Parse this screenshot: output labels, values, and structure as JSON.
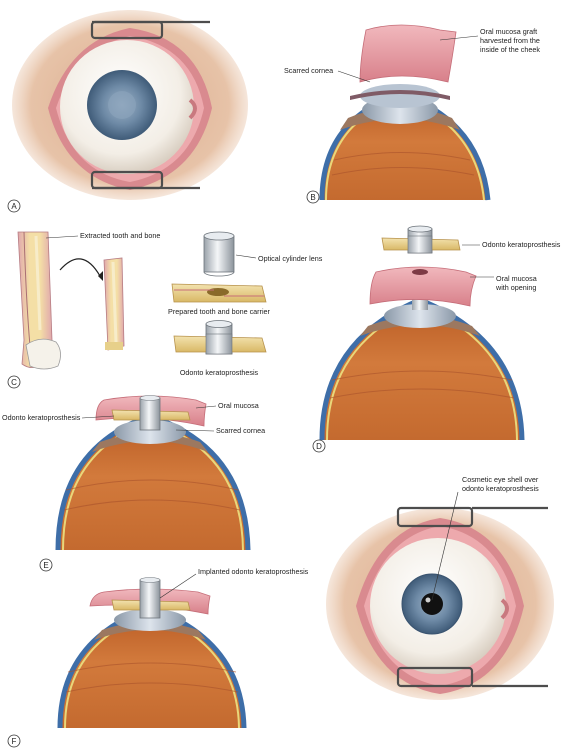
{
  "panels": {
    "a": {
      "letter": "A"
    },
    "b": {
      "letter": "B",
      "labels": {
        "oral_mucosa_graft": [
          "Oral mucosa graft",
          "harvested from the",
          "inside of the cheek"
        ],
        "scarred_cornea": "Scarred cornea"
      }
    },
    "c": {
      "letter": "C",
      "labels": {
        "extracted_tooth": "Extracted tooth and bone",
        "optical_cylinder": "Optical cylinder lens",
        "prepared_carrier": "Prepared tooth and bone carrier",
        "odonto_kp": "Odonto keratoprosthesis"
      }
    },
    "d": {
      "letter": "D",
      "labels": {
        "odonto_kp": "Odonto keratoprosthesis",
        "oral_mucosa_opening": [
          "Oral mucosa",
          "with opening"
        ]
      }
    },
    "e": {
      "letter": "E",
      "labels": {
        "odonto_kp": "Odonto keratoprosthesis",
        "oral_mucosa": "Oral mucosa",
        "scarred_cornea": "Scarred cornea"
      }
    },
    "f": {
      "letter": "F",
      "labels": {
        "implanted": "Implanted odonto keratoprosthesis",
        "cosmetic_shell": [
          "Cosmetic eye shell over",
          "odonto keratoprosthesis"
        ]
      }
    }
  },
  "colors": {
    "mucosa": "#e79aa2",
    "iris_blue": "#5f7f9e",
    "retina": "#c96a2e",
    "bone": "#e9cf8a",
    "skin": "#e7c3a8"
  }
}
